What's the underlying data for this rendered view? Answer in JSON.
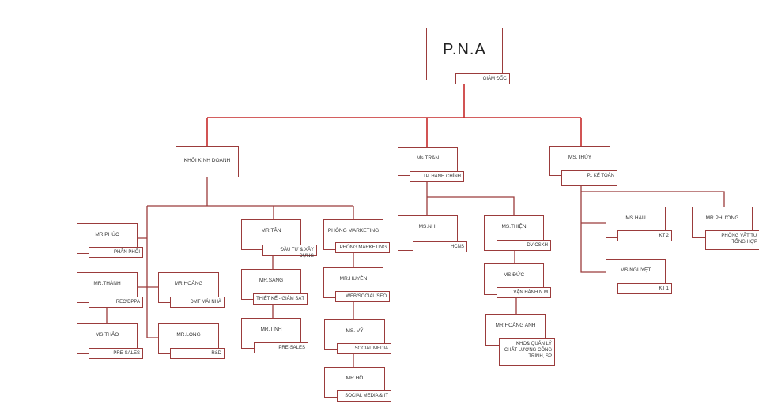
{
  "root": {
    "name": "P.N.A",
    "title": "GIÁM ĐỐC"
  },
  "departments": {
    "sales": "KHỐI KINH DOANH",
    "admin": {
      "name": "Ms.TRÂN",
      "title": "TP. HÀNH CHÍNH"
    },
    "accounting": {
      "name": "MS.THÚY",
      "title": "P.. KẾ TOÁN"
    }
  },
  "nodes": [
    {
      "name": "MR.PHÚC",
      "title": "PHÂN PHỐI"
    },
    {
      "name": "MR.THÀNH",
      "title": "REC/DPPA"
    },
    {
      "name": "MS.THẢO",
      "title": "PRE-SALES"
    },
    {
      "name": "MR.HOÀNG",
      "title": "ĐMT MÁI NHÀ"
    },
    {
      "name": "MR.LONG",
      "title": "R&D"
    },
    {
      "name": "MR.TÂN",
      "title": "ĐẦU TƯ & XÂY DỰNG"
    },
    {
      "name": "MR.SANG",
      "title": "THIẾT KẾ - GIÁM SÁT"
    },
    {
      "name": "MR.TÍNH",
      "title": "PRE-SALES"
    },
    {
      "name": "PHÒNG MARKETING",
      "title": "PHÒNG MARKETING"
    },
    {
      "name": "MR.HUYỀN",
      "title": "WEB/SOCIAL/SEO"
    },
    {
      "name": "MS. VỸ",
      "title": "SOCIAL MEDIA"
    },
    {
      "name": "MR.HỒ",
      "title": "SOCIAL MEDIA & IT"
    },
    {
      "name": "MS.NHI",
      "title": "HCNS"
    },
    {
      "name": "MS.THIỆN",
      "title": "DV CSKH"
    },
    {
      "name": "MS.ĐỨC",
      "title": "VẬN HÀNH N.M"
    },
    {
      "name": "MR.HOÀNG ANH",
      "title": "KHO& QUẢN LÝ CHẤT LƯỢNG CÔNG TRÌNH, SP"
    },
    {
      "name": "MS.HẬU",
      "title": "KT 2"
    },
    {
      "name": "MS.NGUYỆT",
      "title": "KT 1"
    },
    {
      "name": "MR.PHƯƠNG",
      "title": "PHÒNG VẬT TƯ TỔNG HỢP"
    }
  ],
  "colors": {
    "line": "#9b3b3b",
    "top_line": "#c62a2a"
  }
}
